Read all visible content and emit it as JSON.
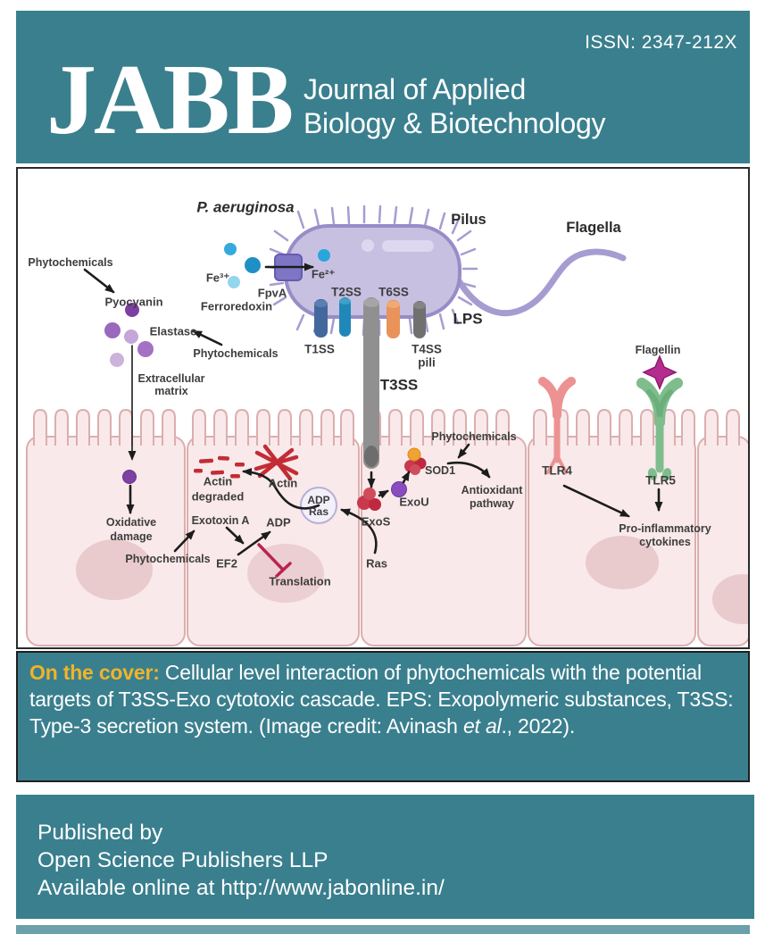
{
  "header": {
    "issn": "ISSN: 2347-212X",
    "logo": "JABB",
    "title_line1": "Journal of Applied",
    "title_line2": "Biology & Biotechnology"
  },
  "diagram": {
    "labels": {
      "p_aeruginosa": "P. aeruginosa",
      "pilus": "Pilus",
      "flagella": "Flagella",
      "lps": "LPS",
      "fe3": "Fe³⁺",
      "ferroredoxin": "Ferroredoxin",
      "fpva": "FpvA",
      "fe2": "Fe²⁺",
      "t1ss": "T1SS",
      "t2ss": "T2SS",
      "t3ss": "T3SS",
      "t4ss": "T4SS",
      "t4ss_pili": "pili",
      "t6ss": "T6SS",
      "phytochemicals_left": "Phytochemicals",
      "pyocyanin": "Pyocyanin",
      "elastase": "Elastase",
      "phytochemicals_mid": "Phytochemicals",
      "extracellular_line1": "Extracellular",
      "extracellular_line2": "matrix",
      "oxidative_line1": "Oxidative",
      "oxidative_line2": "damage",
      "phytochemicals_bottom": "Phytochemicals",
      "actin_degraded_line1": "Actin",
      "actin_degraded_line2": "degraded",
      "actin": "Actin",
      "exotoxin_a": "Exotoxin A",
      "adp": "ADP",
      "ef2": "EF2",
      "translation": "Translation",
      "adp_ras_line1": "ADP",
      "adp_ras_line2": "Ras",
      "exos": "ExoS",
      "exou": "ExoU",
      "ras": "Ras",
      "phytochemicals_right": "Phytochemicals",
      "sod1": "SOD1",
      "antioxidant_line1": "Antioxidant",
      "antioxidant_line2": "pathway",
      "tlr4": "TLR4",
      "tlr5": "TLR5",
      "flagellin": "Flagellin",
      "proinflammatory_line1": "Pro-inflammatory",
      "proinflammatory_line2": "cytokines"
    }
  },
  "caption": {
    "lead": "On the cover:",
    "body1": " Cellular level interaction of phytochemicals with the potential targets of T3SS-Exo cytotoxic cascade. EPS: Exopolymeric substances, T3SS: Type-3 secretion system. (Image credit: Avinash ",
    "italic": "et al",
    "body2": "., 2022)."
  },
  "footer": {
    "line1": "Published by",
    "line2": "Open Science Publishers LLP",
    "line3": "Available online at http://www.jabonline.in/"
  },
  "colors": {
    "teal": "#3a7f8e",
    "gold": "#f0b429"
  }
}
